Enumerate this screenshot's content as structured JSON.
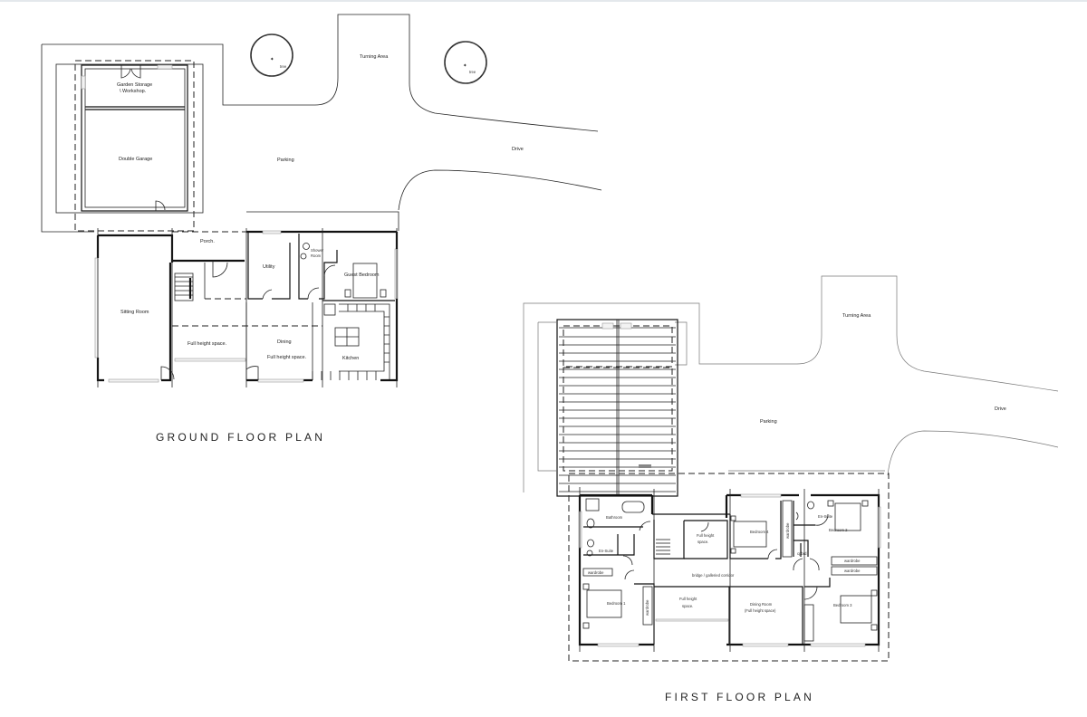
{
  "drawing": {
    "ground_floor": {
      "title": "GROUND FLOOR PLAN",
      "site_labels": {
        "turning_area": "Turning Area",
        "tree": "tree",
        "tree2": "tree",
        "drive": "Drive",
        "parking": "Parking"
      },
      "rooms": {
        "garden_storage_1": "Garden Storage",
        "garden_storage_2": "\\ Workshop.",
        "double_garage": "Double Garage",
        "porch": "Porch.",
        "utility": "Utility",
        "shower_room_1": "Shower",
        "shower_room_2": "Room",
        "guest_bedroom": "Guest Bedroom",
        "sitting_room": "Sitting Room",
        "full_height_left": "Full height space.",
        "dining": "Dining",
        "full_height_dining": "Full height space.",
        "kitchen": "Kitchen"
      }
    },
    "first_floor": {
      "title": "FIRST FLOOR PLAN",
      "site_labels": {
        "turning_area": "Turning Area",
        "drive": "Drive",
        "parking": "Parking"
      },
      "rooms": {
        "bathroom": "Bathroom",
        "en_suite_1": "En-Suite",
        "wardrobe_1": "wardrobe",
        "full_height_small_1": "Full height",
        "full_height_small_2": "space.",
        "bedroom_4": "Bedroom 4",
        "wardrobe_b4": "wardrobe",
        "en_suite_2": "En-Suite",
        "bedroom_2": "Bedroom 2",
        "cpbrd": "cpbrd",
        "wardrobe_2": "wardrobe",
        "wardrobe_3": "wardrobe",
        "corridor": "bridge  /  galleried corridor",
        "bedroom_1": "Bedroom 1",
        "wardrobe_b1": "wardrobe",
        "full_height_mid_1": "Full height",
        "full_height_mid_2": "space.",
        "dining_room_1": "Dining Room",
        "dining_room_2": "(Full height space)",
        "bedroom_3": "Bedroom 3"
      }
    }
  }
}
